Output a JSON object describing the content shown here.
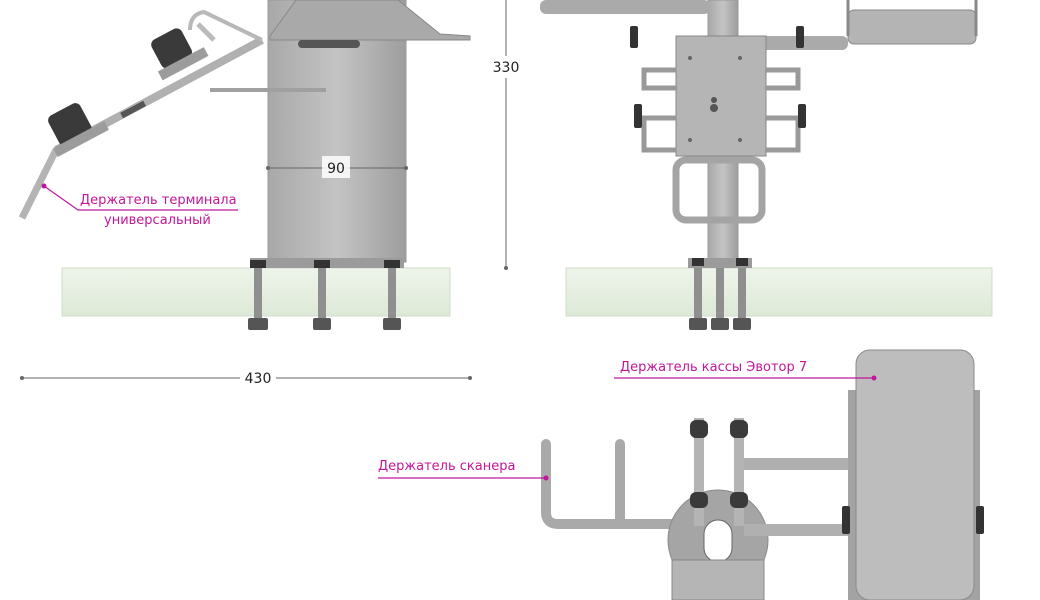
{
  "dimensions": {
    "height": "330",
    "width": "430",
    "post_width": "90"
  },
  "callouts": {
    "terminal_holder_line1": "Держатель терминала",
    "terminal_holder_line2": "универсальный",
    "register_holder": "Держатель кассы Эвотор 7",
    "scanner_holder": "Держатель сканера"
  },
  "colors": {
    "callout": "#c2179a",
    "metal": "#b9b9b9",
    "metal_dark": "#8c8c8c",
    "glass": "#e6f0e1",
    "dark_part": "#3a3a3a"
  }
}
